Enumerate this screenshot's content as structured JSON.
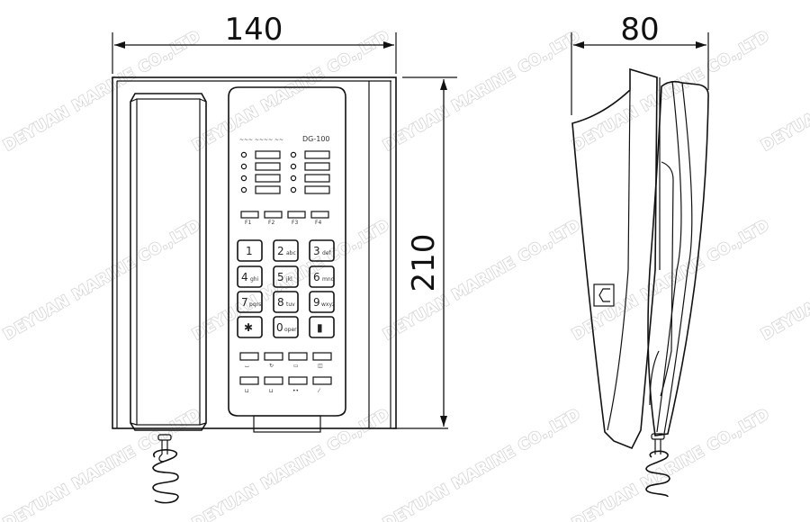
{
  "drawing": {
    "type": "technical dimension drawing",
    "subject": "marine telephone set",
    "views": [
      "front",
      "side"
    ],
    "line_color": "#111111",
    "background": "#ffffff"
  },
  "dimensions": {
    "width": "140",
    "height": "210",
    "depth": "80"
  },
  "watermark": {
    "text": "DEYUAN MARINE CO.,LTD",
    "color": "#d4d4d4"
  },
  "front_panel": {
    "model_label": "DG-100",
    "brand_label": "~~~ ~~~~ ~~",
    "indicator_rows": 4,
    "indicator_columns": 2,
    "function_keys_top": [
      "F1",
      "F2",
      "F3",
      "F4"
    ],
    "keypad": [
      {
        "main": "1",
        "sub": ""
      },
      {
        "main": "2",
        "sub": "abc"
      },
      {
        "main": "3",
        "sub": "def"
      },
      {
        "main": "4",
        "sub": "ghi"
      },
      {
        "main": "5",
        "sub": "jkl"
      },
      {
        "main": "6",
        "sub": "mno"
      },
      {
        "main": "7",
        "sub": "pqrs"
      },
      {
        "main": "8",
        "sub": "tuv"
      },
      {
        "main": "9",
        "sub": "wxyz"
      },
      {
        "main": "✱",
        "sub": ""
      },
      {
        "main": "0",
        "sub": "oper"
      },
      {
        "main": "▮",
        "sub": ""
      }
    ],
    "function_keys_row1": [
      "⌴",
      "↻",
      "▭",
      "◫"
    ],
    "function_keys_row2": [
      "⊔",
      "⊔",
      "••",
      "⁄"
    ]
  }
}
